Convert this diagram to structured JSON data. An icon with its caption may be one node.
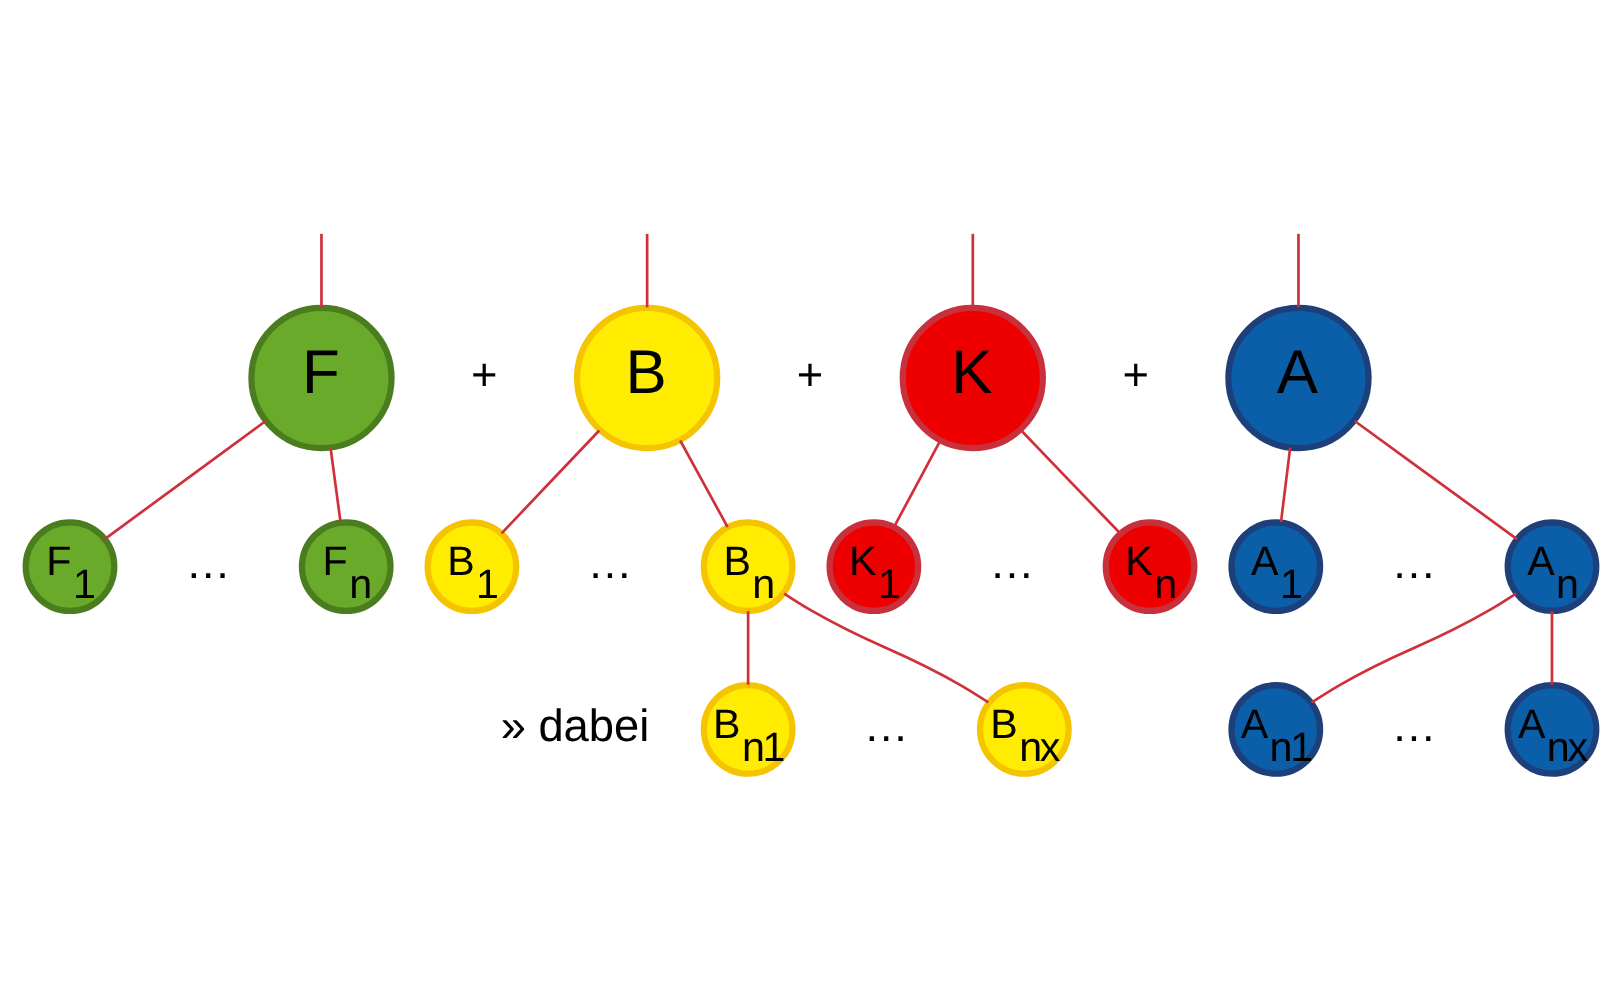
{
  "diagram": {
    "nodes": [
      {
        "text": [
          "F"
        ]
      },
      {
        "text": [
          "B"
        ]
      },
      {
        "text": [
          "K"
        ]
      },
      {
        "text": [
          "A"
        ]
      },
      {
        "text": [
          "F$_{1}$"
        ]
      },
      {
        "text": [
          "F$_{n}$"
        ]
      },
      {
        "text": [
          "B$_{1}$"
        ]
      },
      {
        "text": [
          "B$_{n}$"
        ]
      },
      {
        "text": [
          "K$_{1}$"
        ]
      },
      {
        "text": [
          "K$_{n}$"
        ]
      },
      {
        "text": [
          "A$_{1}$"
        ]
      },
      {
        "text": [
          "A$_{n}$"
        ]
      },
      {
        "text": [
          "B$_{n}$$_{1}$"
        ]
      },
      {
        "text": [
          "B$_{n}$$_{x}$"
        ]
      },
      {
        "text": [
          "A$_{n}$$_{1}$"
        ]
      },
      {
        "text": [
          "A$_{n}$$_{x}$"
        ]
      }
    ],
    "edges": [
      {
        "from": null,
        "to": 0,
        "arrow": "none"
      },
      {
        "from": null,
        "to": 1,
        "arrow": "none"
      },
      {
        "from": null,
        "to": 2,
        "arrow": "none"
      },
      {
        "from": null,
        "to": 3,
        "arrow": "none"
      },
      {
        "from": 0,
        "to": 4,
        "arrow": "none"
      },
      {
        "from": 0,
        "to": 5,
        "arrow": "none"
      },
      {
        "from": 1,
        "to": 6,
        "arrow": "none"
      },
      {
        "from": 1,
        "to": 7,
        "arrow": "none"
      },
      {
        "from": 2,
        "to": 8,
        "arrow": "none"
      },
      {
        "from": 2,
        "to": 9,
        "arrow": "none"
      },
      {
        "from": 3,
        "to": 10,
        "arrow": "none"
      },
      {
        "from": 3,
        "to": 11,
        "arrow": "none"
      },
      {
        "from": 7,
        "to": 12,
        "arrow": "none"
      },
      {
        "from": 7,
        "to": 13,
        "arrow": "none"
      },
      {
        "from": 11,
        "to": 14,
        "arrow": "none"
      },
      {
        "from": 11,
        "to": 15,
        "arrow": "none"
      }
    ],
    "labels": [
      "+",
      "+",
      "+",
      "…",
      "…",
      "…",
      "…",
      "…",
      "…",
      "» dabei"
    ]
  }
}
